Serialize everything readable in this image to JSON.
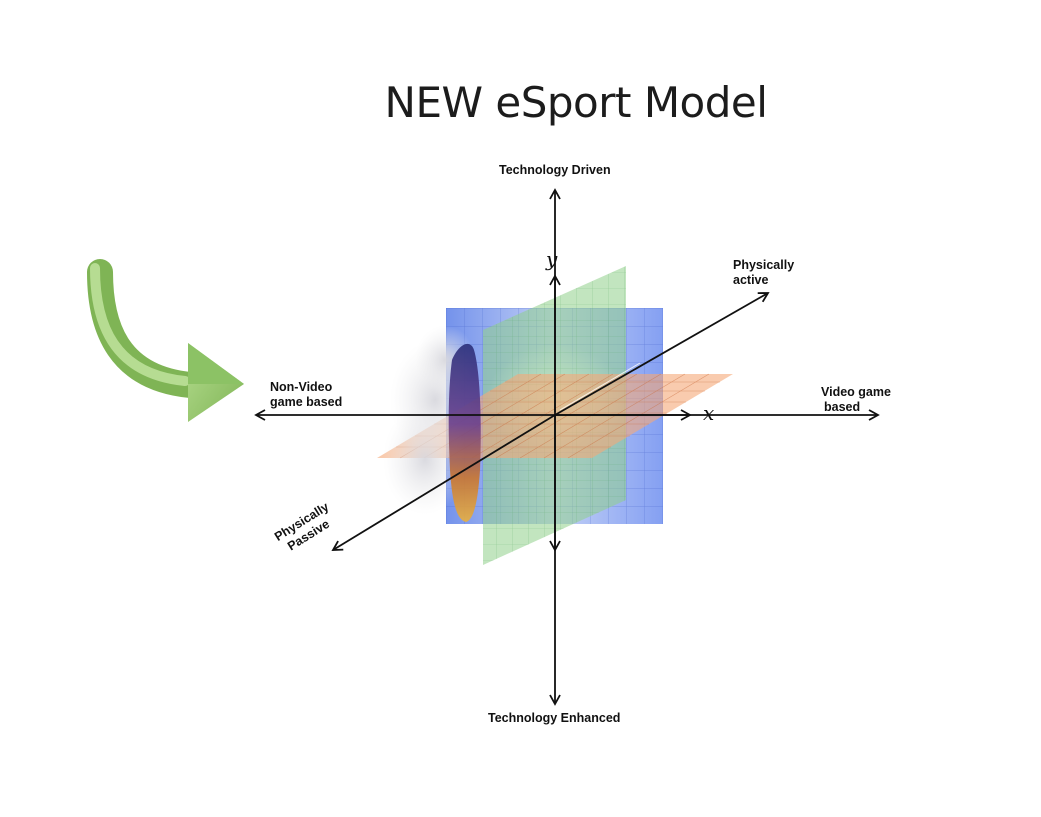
{
  "title": "NEW eSport Model",
  "axes": {
    "top": "Technology Driven",
    "bottom": "Technology Enhanced",
    "left_line1": "Non-Video",
    "left_line2": "game based",
    "right_line1": "Video game",
    "right_line2": "based",
    "front_line1": "Physically",
    "front_line2": "Passive",
    "back_line1": "Physically",
    "back_line2": "active",
    "x_symbol": "x",
    "y_symbol": "y"
  },
  "colors": {
    "arrow_green": "#8fc46a",
    "plane_blue": "#6f8ff0",
    "plane_green": "#8fd08a",
    "plane_orange": "#f5a878",
    "smoke_purple": "#5a3f8f",
    "smoke_gold": "#e0a238"
  },
  "icons": [
    "curved-arrow-icon",
    "smoke-cloud-icon"
  ]
}
